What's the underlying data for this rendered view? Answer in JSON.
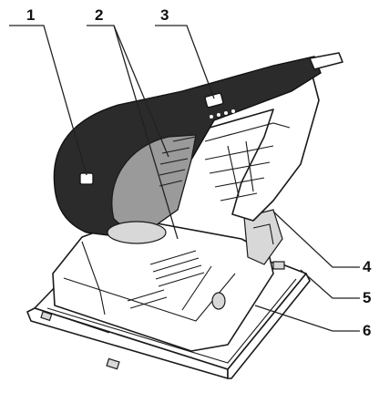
{
  "callouts": [
    {
      "id": "1",
      "label": "1"
    },
    {
      "id": "2",
      "label": "2"
    },
    {
      "id": "3",
      "label": "3"
    },
    {
      "id": "4",
      "label": "4"
    },
    {
      "id": "5",
      "label": "5"
    },
    {
      "id": "6",
      "label": "6"
    }
  ],
  "colors": {
    "ink": "#111111",
    "body_dark": "#2b2b2b",
    "body_mid": "#9a9a9a",
    "paper": "#ffffff"
  }
}
